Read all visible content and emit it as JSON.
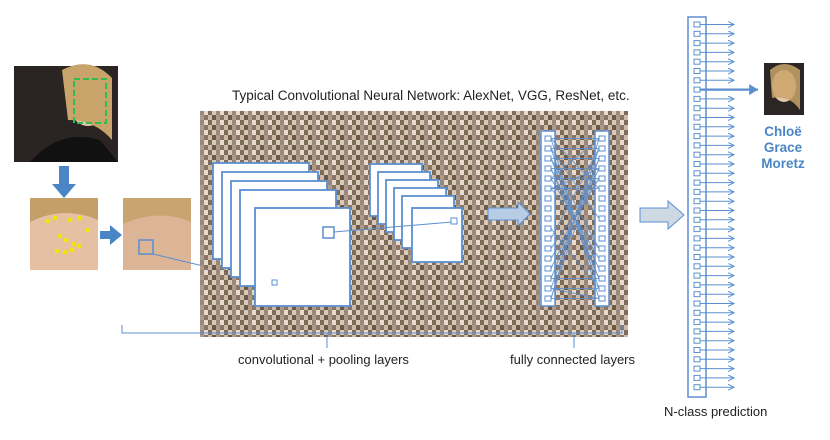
{
  "diagram": {
    "title": "Typical Convolutional Neural Network: AlexNet, VGG, ResNet, etc.",
    "conv_label": "convolutional + pooling layers",
    "fc_label": "fully connected layers",
    "prediction_label": "N-class prediction",
    "output_name": [
      "Chloë",
      "Grace",
      "Moretz"
    ],
    "stages": [
      {
        "name": "input-photo",
        "kind": "image"
      },
      {
        "name": "landmark-detection",
        "kind": "image"
      },
      {
        "name": "aligned-face",
        "kind": "image"
      },
      {
        "name": "conv-pool-stack",
        "kind": "network"
      },
      {
        "name": "fully-connected",
        "kind": "network"
      },
      {
        "name": "output-neurons",
        "kind": "network"
      },
      {
        "name": "predicted-identity",
        "kind": "image"
      }
    ],
    "output_neuron_count": 40,
    "colors": {
      "accent": "#4a86c6",
      "box": "#5b8fd0",
      "landmark": "#f2e600",
      "face_box": "#2ebd4e"
    }
  }
}
